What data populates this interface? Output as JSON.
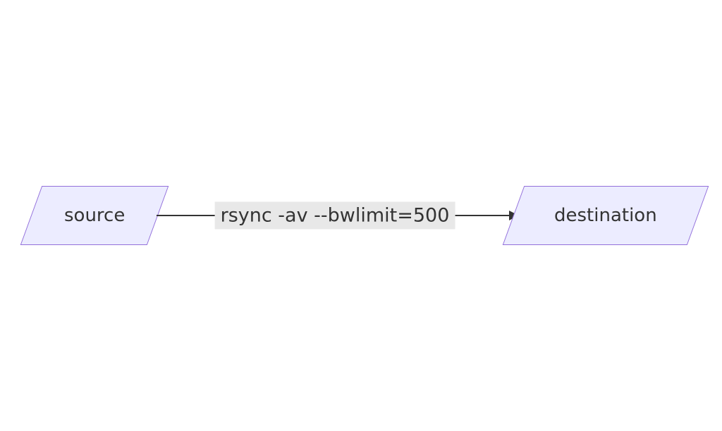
{
  "diagram": {
    "type": "flowchart",
    "direction": "left-to-right",
    "nodes": [
      {
        "id": "source",
        "label": "source",
        "shape": "parallelogram"
      },
      {
        "id": "destination",
        "label": "destination",
        "shape": "parallelogram"
      }
    ],
    "edge": {
      "from": "source",
      "to": "destination",
      "label": "rsync -av --bwlimit=500",
      "arrow": "right"
    },
    "colors": {
      "node_fill": "#ECECFF",
      "node_border": "#9370DB",
      "text_color": "#333333",
      "edge_label_bg": "#e8e8e8",
      "line_color": "#333333"
    }
  }
}
